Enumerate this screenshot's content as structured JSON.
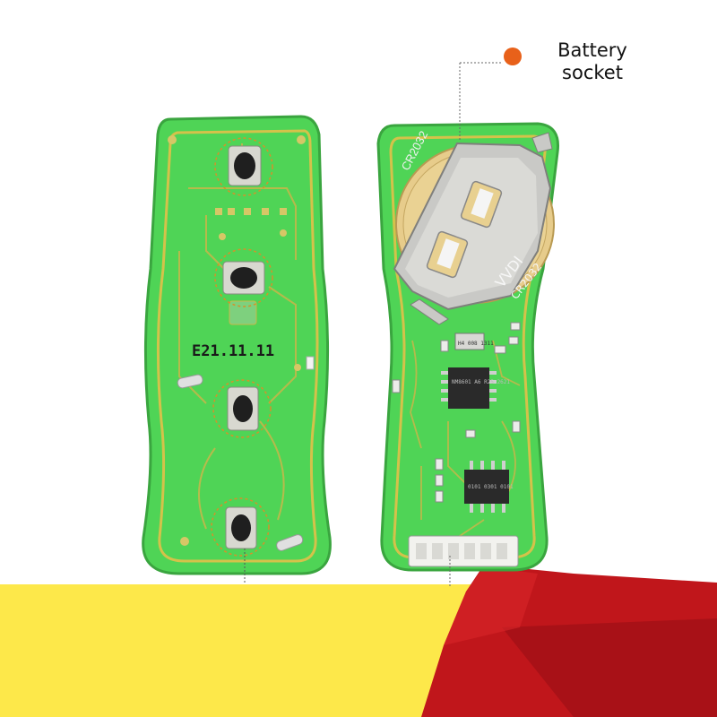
{
  "callout": {
    "line1": "Battery",
    "line2": "socket",
    "dot_color": "#e8611a"
  },
  "left_board": {
    "marking": "E21.11.11",
    "pcb_color": "#4fd456",
    "trace_color": "#d4c24a"
  },
  "right_board": {
    "battery_label": "CR2032",
    "holder_brand": "VVDI",
    "holder_model": "CR2032",
    "chip_small_text": "H4 008 1311",
    "chip_a_text": "NM8601 A6 R25 2621",
    "chip_b_text": "0101 0301 0101"
  },
  "background": {
    "yellow": "#fde84a",
    "red": "#c0161b",
    "dark_red": "#7a0a0d"
  }
}
